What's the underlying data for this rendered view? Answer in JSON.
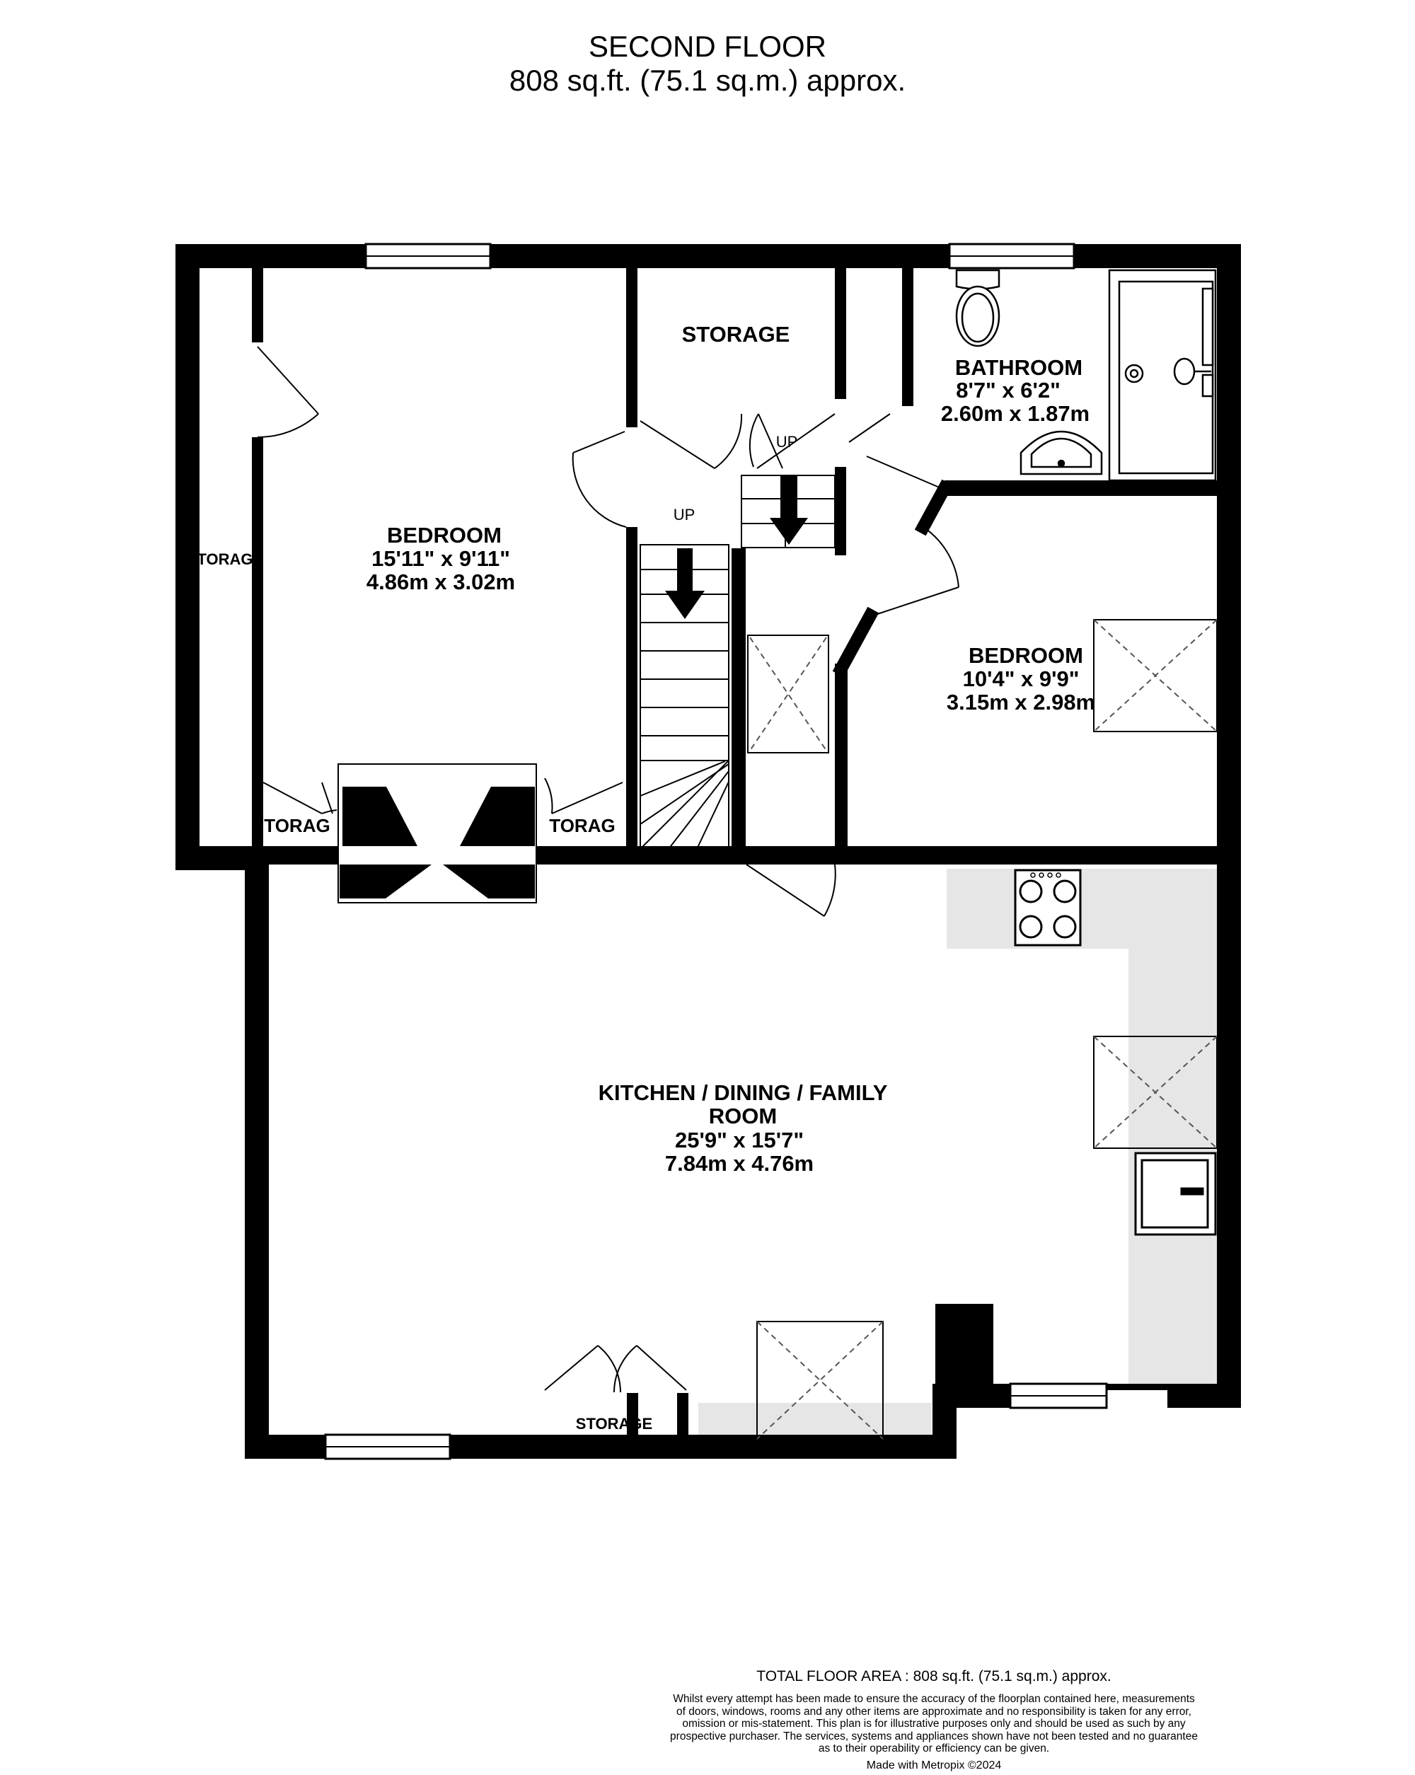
{
  "header": {
    "floor_name": "SECOND FLOOR",
    "floor_area": "808 sq.ft. (75.1 sq.m.) approx."
  },
  "rooms": {
    "bedroom_1": {
      "name": "BEDROOM",
      "imperial": "15'11\"  x 9'11\"",
      "metric": "4.86m  x 3.02m"
    },
    "storage_top": {
      "name": "STORAGE"
    },
    "bathroom": {
      "name": "BATHROOM",
      "imperial": "8'7\"  x 6'2\"",
      "metric": "2.60m  x 1.87m"
    },
    "bedroom_2": {
      "name": "BEDROOM",
      "imperial": "10'4\"  x 9'9\"",
      "metric": "3.15m  x 2.98m"
    },
    "kitchen": {
      "name_line1": "KITCHEN / DINING / FAMILY",
      "name_line2": "ROOM",
      "imperial": "25'9\"  x 15'7\"",
      "metric": "7.84m  x 4.76m"
    },
    "storage_left": {
      "name": "TORAG"
    },
    "storage_eave_left": {
      "name": "TORAG"
    },
    "storage_eave_right": {
      "name": "TORAG"
    },
    "storage_bottom": {
      "name": "STORAGE"
    }
  },
  "stairs": {
    "up_upper": "UP",
    "up_main": "UP"
  },
  "footer": {
    "total_area": "TOTAL FLOOR AREA : 808 sq.ft. (75.1 sq.m.) approx.",
    "disclaimer_lines": [
      "Whilst every attempt has been made to ensure the accuracy of the floorplan contained here, measurements",
      "of doors, windows, rooms and any other items are approximate and no responsibility is taken for any error,",
      "omission or mis-statement. This plan is for illustrative purposes only and should be used as such by any",
      "prospective purchaser. The services, systems and appliances shown have not been tested and no guarantee",
      "as to their operability or efficiency can be given."
    ],
    "credit": "Made with Metropix ©2024"
  },
  "colors": {
    "wall": "#000000",
    "fixture_fill": "#e6e6e6",
    "line": "#555555"
  }
}
